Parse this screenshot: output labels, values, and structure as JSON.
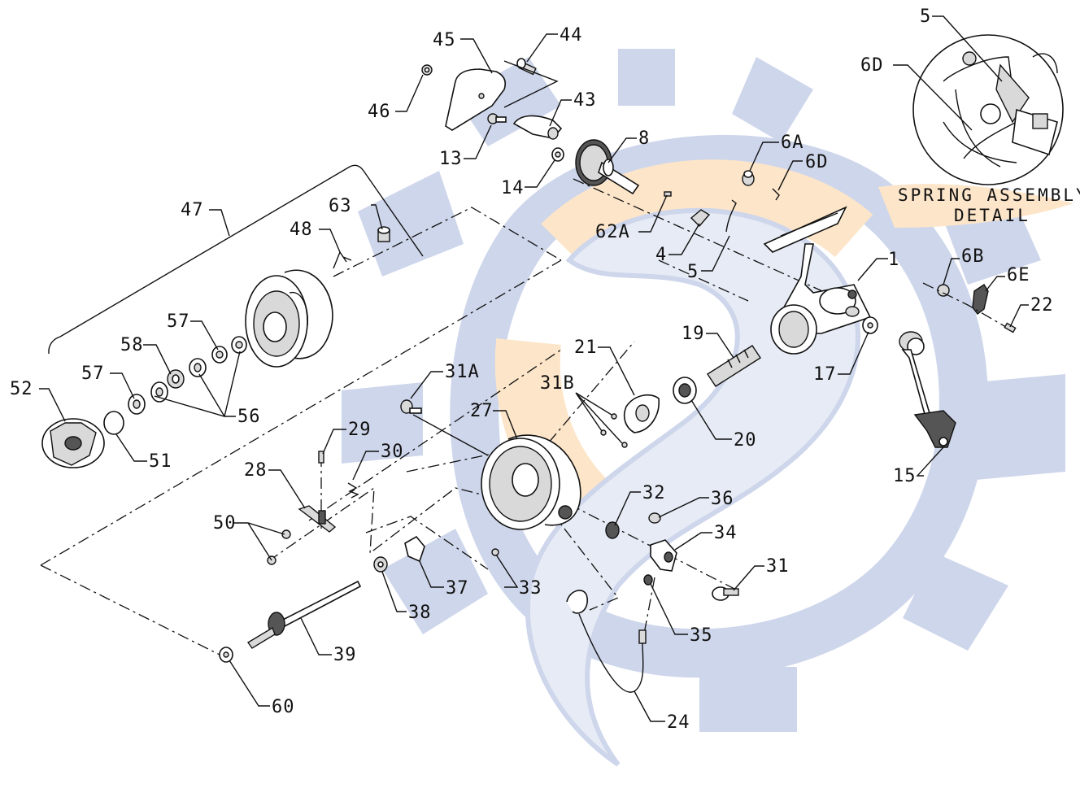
{
  "diagram": {
    "callouts": [
      "1",
      "4",
      "5",
      "6A",
      "6B",
      "6D",
      "6E",
      "8",
      "13",
      "14",
      "15",
      "17",
      "19",
      "20",
      "21",
      "22",
      "24",
      "27",
      "28",
      "29",
      "30",
      "31",
      "31A",
      "31B",
      "32",
      "33",
      "34",
      "35",
      "36",
      "37",
      "38",
      "39",
      "43",
      "44",
      "45",
      "46",
      "47",
      "48",
      "50",
      "51",
      "52",
      "56",
      "57",
      "58",
      "60",
      "62A",
      "63"
    ],
    "detail": {
      "line1": "SPRING ASSEMBLY",
      "line2": "DETAIL",
      "callouts": [
        "5",
        "6D"
      ]
    },
    "colors": {
      "line": "#111111",
      "watermark_blue": "#c9d2e9",
      "watermark_orange": "#fde3c4"
    }
  }
}
